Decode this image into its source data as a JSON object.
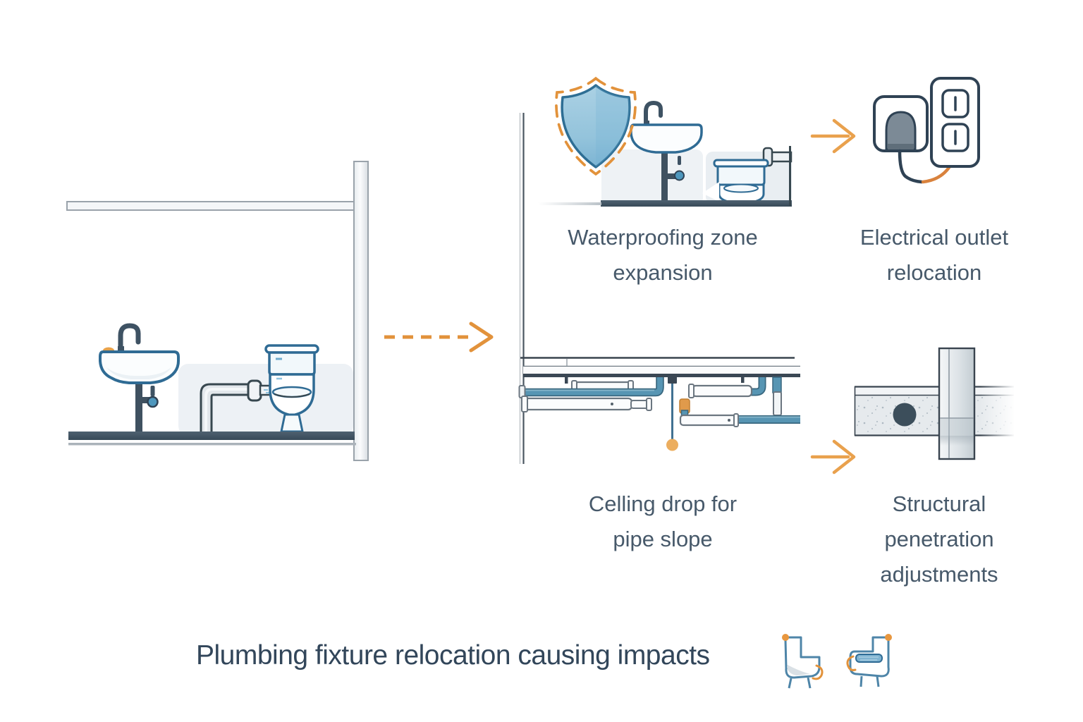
{
  "title": "Plumbing fixture relocation causing impacts",
  "labels": {
    "waterproofing": {
      "line1": "Waterproofing zone",
      "line2": "expansion"
    },
    "electrical": {
      "line1": "Electrical outlet",
      "line2": "relocation"
    },
    "ceiling": {
      "line1": "Celling drop for",
      "line2": "pipe slope"
    },
    "structural": {
      "line1": "Structural",
      "line2": "penetration",
      "line3": "adjustments"
    }
  },
  "colors": {
    "accent_orange": "#E2923B",
    "arrow_orange": "#E9A14D",
    "drop_ball_orange": "#ECAE5F",
    "outline_dark": "#2F4254",
    "label_text": "#47596A",
    "title_text": "#32465A",
    "pipe_blue": "#5795B3",
    "fixture_blue": "#2F6B94",
    "valve_blue": "#4E97BD",
    "shield_fill_light": "#ABD1E4",
    "shield_fill_dark": "#82B8D5",
    "floor_dark": "#3F5160",
    "panel_fill": "#EDF1F5",
    "structure_gray": "#9AA3AB",
    "concrete_fill": "#E6EAED",
    "hole_dark": "#3C4E5B",
    "plug_gray": "#7C8A96"
  },
  "icons": {
    "flow_arrow": "dashed-right-arrow",
    "impact_arrow": "right-arrow",
    "shield": "waterproofing-shield",
    "plug": "unplugged-power-cord",
    "outlet": "duplex-wall-outlet",
    "drop_marker": "plumb-drop-marker",
    "penetration_hole": "core-drill-hole",
    "toilet_before": "toilet-silhouette-right",
    "toilet_after": "toilet-silhouette-left"
  }
}
